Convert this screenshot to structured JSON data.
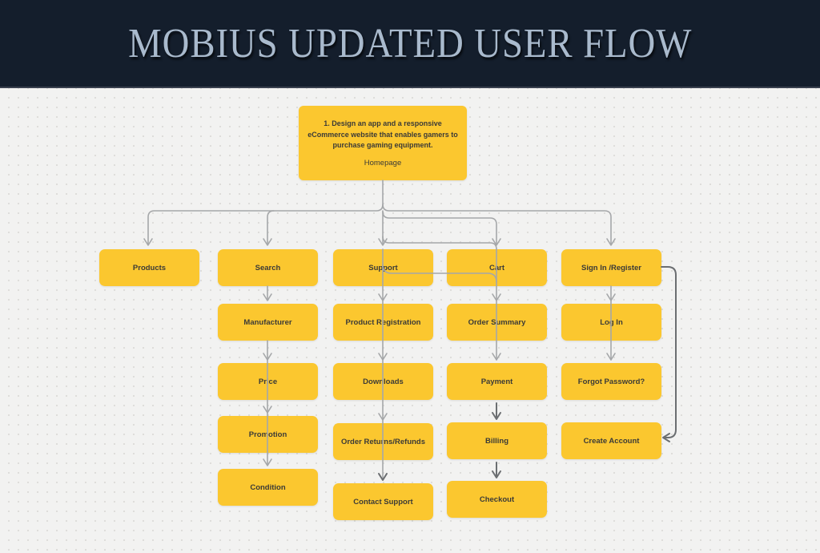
{
  "header": {
    "title": "MOBIUS UPDATED USER FLOW"
  },
  "diagram": {
    "root": {
      "id": "homepage",
      "description": "1.  Design an app and a responsive eCommerce website that enables gamers to purchase gaming equipment.",
      "label": "Homepage"
    },
    "nodes": [
      {
        "id": "products",
        "label": "Products"
      },
      {
        "id": "search",
        "label": "Search"
      },
      {
        "id": "manufacturer",
        "label": "Manufacturer"
      },
      {
        "id": "price",
        "label": "Price"
      },
      {
        "id": "promotion",
        "label": "Promotion"
      },
      {
        "id": "condition",
        "label": "Condition"
      },
      {
        "id": "support",
        "label": "Support"
      },
      {
        "id": "product-registration",
        "label": "Product Registration"
      },
      {
        "id": "downloads",
        "label": "Downloads"
      },
      {
        "id": "order-returns",
        "label": "Order Returns/Refunds"
      },
      {
        "id": "contact-support",
        "label": "Contact Support"
      },
      {
        "id": "cart",
        "label": "Cart"
      },
      {
        "id": "order-summary",
        "label": "Order Summary"
      },
      {
        "id": "payment",
        "label": "Payment"
      },
      {
        "id": "billing",
        "label": "Billing"
      },
      {
        "id": "checkout",
        "label": "Checkout"
      },
      {
        "id": "sign-in-register",
        "label": "Sign In /Register"
      },
      {
        "id": "log-in",
        "label": "Log In"
      },
      {
        "id": "forgot-password",
        "label": "Forgot Password?"
      },
      {
        "id": "create-account",
        "label": "Create Account"
      }
    ]
  },
  "colors": {
    "header_bg": "#141E2C",
    "header_border": "#39404E",
    "title_text": "#A9BACD",
    "canvas_bg": "#F2F2F1",
    "dot": "#DEDDDB",
    "node_fill": "#FBC72F",
    "node_text": "#3B3A37",
    "connector": "#A5A7A9",
    "connector_dark": "#6B6E71"
  }
}
